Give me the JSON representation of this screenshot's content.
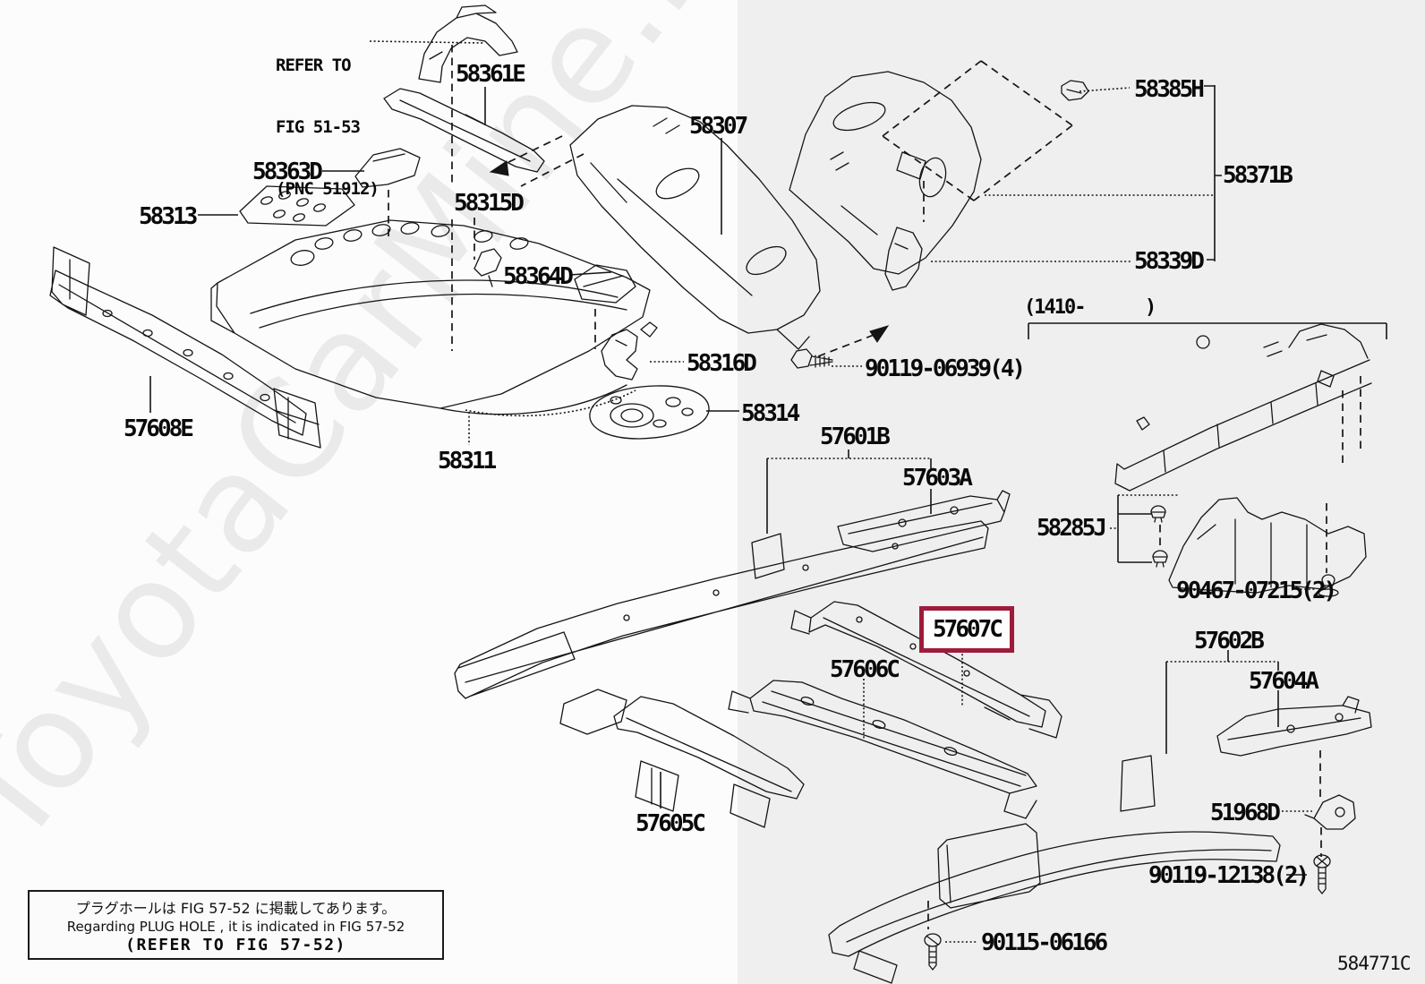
{
  "watermark": "ToyotaCarMine.ru",
  "doc_number": "584771C",
  "production_range": "(1410-      )",
  "refer_note": {
    "lines": [
      "REFER TO",
      "FIG 51-53",
      "(PNC 51912)"
    ]
  },
  "highlight": {
    "part": "57607C",
    "color": "#9e1b3c"
  },
  "colors": {
    "line_art": "#151515",
    "highlight_box": "#9e1b3c",
    "panel_bg": "#efefef",
    "page_bg": "#fcfcfc",
    "watermark": "#e9e9e9"
  },
  "labels": [
    {
      "id": "58361E",
      "text": "58361E"
    },
    {
      "id": "58307",
      "text": "58307"
    },
    {
      "id": "58385H",
      "text": "58385H"
    },
    {
      "id": "58371B",
      "text": "58371B"
    },
    {
      "id": "58339D",
      "text": "58339D"
    },
    {
      "id": "58363D",
      "text": "58363D"
    },
    {
      "id": "58313",
      "text": "58313"
    },
    {
      "id": "58315D",
      "text": "58315D"
    },
    {
      "id": "58364D",
      "text": "58364D"
    },
    {
      "id": "58316D",
      "text": "58316D"
    },
    {
      "id": "90119-06939(4)",
      "text": "90119-06939(4)"
    },
    {
      "id": "58314",
      "text": "58314"
    },
    {
      "id": "58311",
      "text": "58311"
    },
    {
      "id": "57608E",
      "text": "57608E"
    },
    {
      "id": "57601B",
      "text": "57601B"
    },
    {
      "id": "57603A",
      "text": "57603A"
    },
    {
      "id": "58285J",
      "text": "58285J"
    },
    {
      "id": "90467-07215(2)",
      "text": "90467-07215(2)"
    },
    {
      "id": "57606C",
      "text": "57606C"
    },
    {
      "id": "57602B",
      "text": "57602B"
    },
    {
      "id": "57604A",
      "text": "57604A"
    },
    {
      "id": "57605C",
      "text": "57605C"
    },
    {
      "id": "51968D",
      "text": "51968D"
    },
    {
      "id": "90119-12138(2)",
      "text": "90119-12138(2)"
    },
    {
      "id": "90115-06166",
      "text": "90115-06166"
    }
  ],
  "icons": [
    {
      "name": "bolt-icon",
      "for": "90119-06939(4)"
    },
    {
      "name": "bolt-icon",
      "for": "90119-12138(2)"
    },
    {
      "name": "bolt-icon",
      "for": "90115-06166"
    },
    {
      "name": "clip-icon",
      "for": "58285J"
    },
    {
      "name": "clip-icon",
      "for": "90467-07215(2)"
    }
  ],
  "footnote": {
    "jp": "プラグホールは FIG 57-52 に掲載してあります。",
    "en": "Regarding  PLUG  HOLE , it is indicated in FIG 57-52",
    "ref": "(REFER TO FIG 57-52)"
  }
}
